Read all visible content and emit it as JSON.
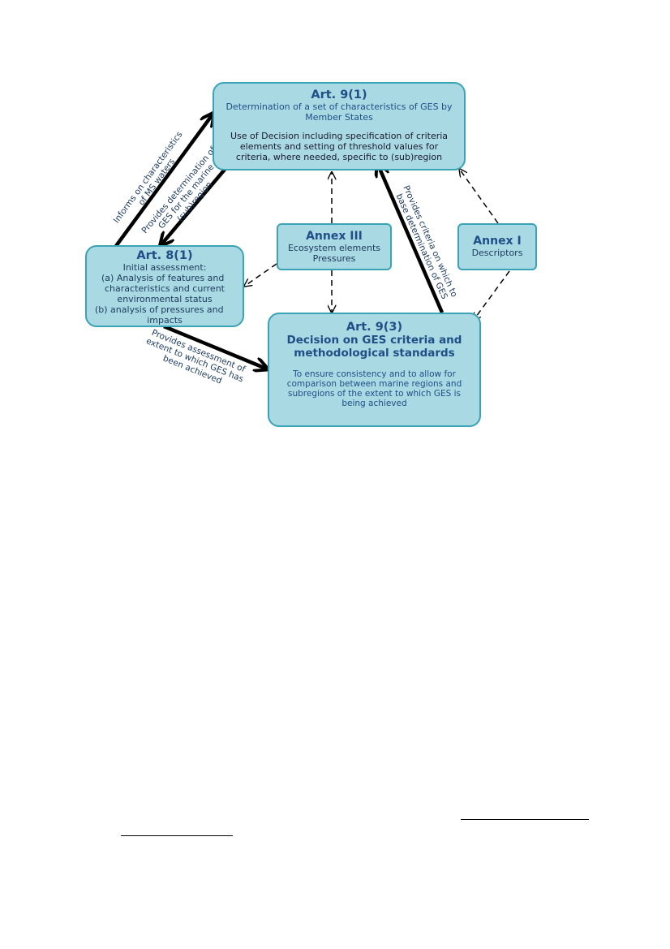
{
  "boxes": {
    "art91": {
      "title": "Art. 9(1)",
      "line1": "Determination of a set of characteristics of GES by",
      "line2": "Member States",
      "line3": "Use of Decision including specification of criteria",
      "line4": "elements and setting of threshold values for",
      "line5": "criteria, where needed, specific to (sub)region"
    },
    "art81": {
      "title": "Art. 8(1)",
      "line1": "Initial assessment:",
      "line2": "(a)  Analysis of features and",
      "line3": "characteristics and current",
      "line4": "environmental status",
      "line5": "(b)  analysis of pressures and",
      "line6": "impacts"
    },
    "annex3": {
      "title": "Annex III",
      "line1": "Ecosystem elements",
      "line2": "Pressures"
    },
    "annex1": {
      "title": "Annex I",
      "line1": "Descriptors"
    },
    "art93": {
      "title": "Art. 9(3)",
      "subtitle1": "Decision on GES criteria and",
      "subtitle2": "methodological standards",
      "line1": "To ensure consistency and to allow for",
      "line2": "comparison between marine regions and",
      "line3": "subregions of the extent to which GES is",
      "line4": "being achieved"
    }
  },
  "arrow_labels": {
    "informs1": "Informs on characteristics",
    "informs2": "of MS waters",
    "provides_ges1": "Provides determination of",
    "provides_ges2": "GES for the marine",
    "provides_ges3": "(sub)region",
    "criteria1": "Provides criteria on which to",
    "criteria2": "base determination of GES",
    "assessment1": "Provides assessment of",
    "assessment2": "extent to which GES has",
    "assessment3": "been achieved"
  },
  "colors": {
    "box_fill": "#a9d9e3",
    "box_border": "#3aa3b6",
    "title_text": "#1f4f86",
    "body_text": "#1c3a5c"
  }
}
